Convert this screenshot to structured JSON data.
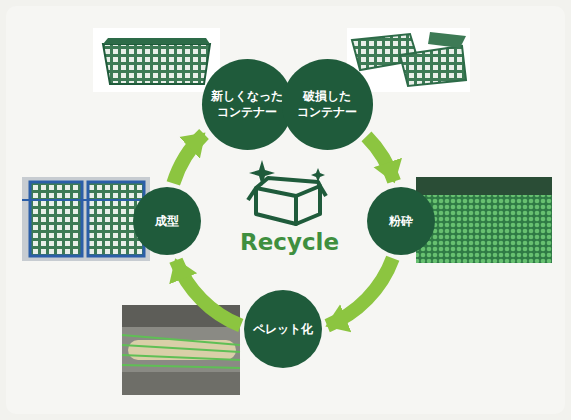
{
  "diagram": {
    "nodes": [
      {
        "text": [
          "新しくなった コンテナー"
        ]
      },
      {
        "text": [
          "破損した コンテナー"
        ]
      },
      {
        "text": [
          "粉砕"
        ]
      },
      {
        "text": [
          "ペレット化"
        ]
      },
      {
        "text": [
          "成型"
        ]
      }
    ],
    "edges": [
      {
        "from": 1,
        "to": 2,
        "arrow": "to"
      },
      {
        "from": 2,
        "to": 3,
        "arrow": "to"
      },
      {
        "from": 3,
        "to": 4,
        "arrow": "to"
      },
      {
        "from": 4,
        "to": 0,
        "arrow": "to"
      }
    ],
    "labels": [
      "Recycle"
    ]
  }
}
